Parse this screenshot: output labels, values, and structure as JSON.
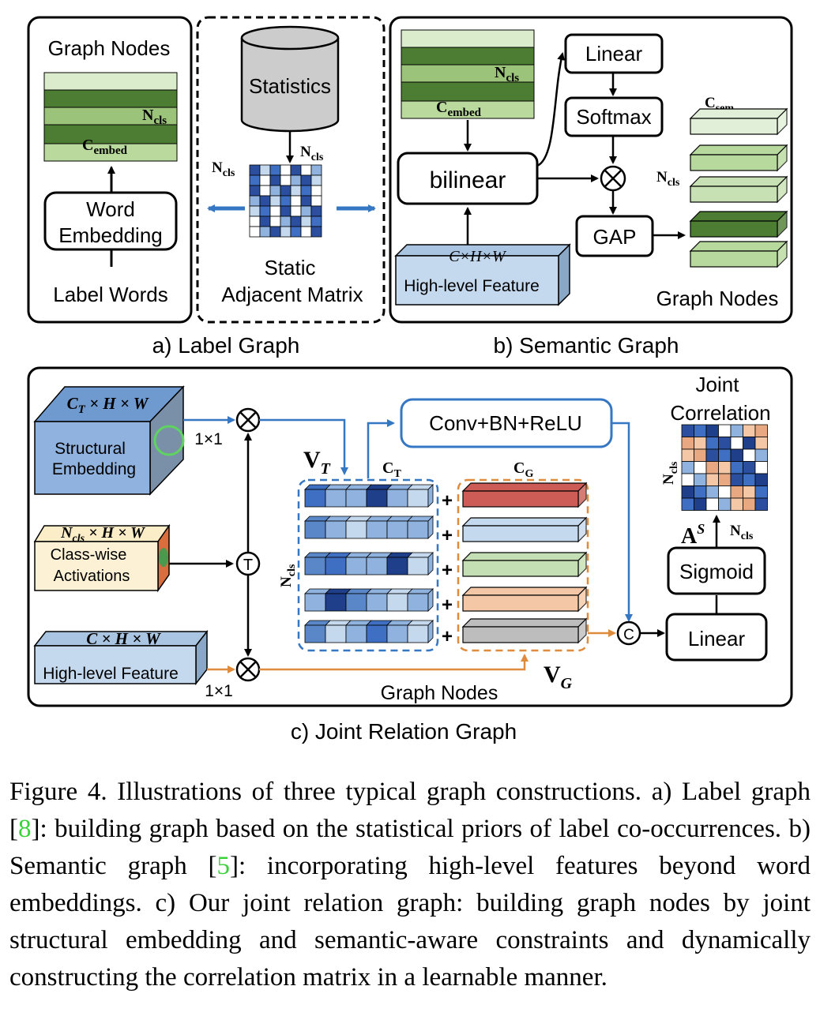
{
  "panel_a": {
    "title": "Graph Nodes",
    "n_cls": "N",
    "n_cls_sub": "cls",
    "c_embed": "C",
    "c_embed_sub": "embed",
    "word_embedding_line1": "Word",
    "word_embedding_line2": "Embedding",
    "label_words": "Label Words",
    "statistics": "Statistics",
    "static_line1": "Static",
    "static_line2": "Adjacent Matrix",
    "caption": "a) Label Graph"
  },
  "panel_b": {
    "bilinear": "bilinear",
    "linear": "Linear",
    "softmax": "Softmax",
    "gap": "GAP",
    "c_sem": "C",
    "c_sem_sub": "sem",
    "high_level_dims": "C×H×W",
    "high_level_label": "High-level Feature",
    "graph_nodes": "Graph Nodes",
    "caption": "b) Semantic Graph"
  },
  "panel_c": {
    "struct_dims": "C",
    "struct_dims_sub": "T",
    "struct_dims_rest": " × H × W",
    "struct_line1": "Structural",
    "struct_line2": "Embedding",
    "class_dims": "N",
    "class_dims_sub": "cls",
    "class_dims_rest": " × H × W",
    "class_line1": "Class-wise",
    "class_line2": "Activations",
    "high_dims": "C × H × W",
    "high_label": "High-level Feature",
    "conv_1": "1×1",
    "conv_2": "1×1",
    "transpose": "T",
    "concat": "C",
    "v_t": "V",
    "v_t_sub": "T",
    "c_t": "C",
    "c_t_sub": "T",
    "c_g": "C",
    "c_g_sub": "G",
    "v_g": "V",
    "v_g_sub": "G",
    "conv_bn_relu": "Conv+BN+ReLU",
    "joint_line1": "Joint",
    "joint_line2": "Correlation",
    "a_s": "A",
    "a_s_sup": "S",
    "sigmoid": "Sigmoid",
    "linear": "Linear",
    "graph_nodes": "Graph Nodes",
    "plus": "+",
    "caption": "c) Joint Relation Graph"
  },
  "caption": {
    "label": "Figure 4.",
    "text1": " Illustrations of three typical graph constructions. a) Label graph [",
    "cite1": "8",
    "text2": "]: building graph based on the statistical priors of label co-occurrences.  b) Semantic graph [",
    "cite2": "5",
    "text3": "]: incorporating high-level features beyond word embeddings.  c) Our joint relation graph: building graph nodes by joint structural embedding and semantic-aware constraints and dynamically constructing the correlation matrix in a learnable manner."
  },
  "colors": {
    "green_dark": "#4d7d32",
    "green_mid": "#9cc37a",
    "green_light": "#dbeccd",
    "blue_arrow": "#3677c4",
    "orange_arrow": "#e08a3c",
    "red_bar": "#cc5c55",
    "blue_bar": "#c5d9ee",
    "green_bar": "#c5dfb4",
    "peach_bar": "#f4c8a7",
    "gray_bar": "#bdbdbd"
  }
}
